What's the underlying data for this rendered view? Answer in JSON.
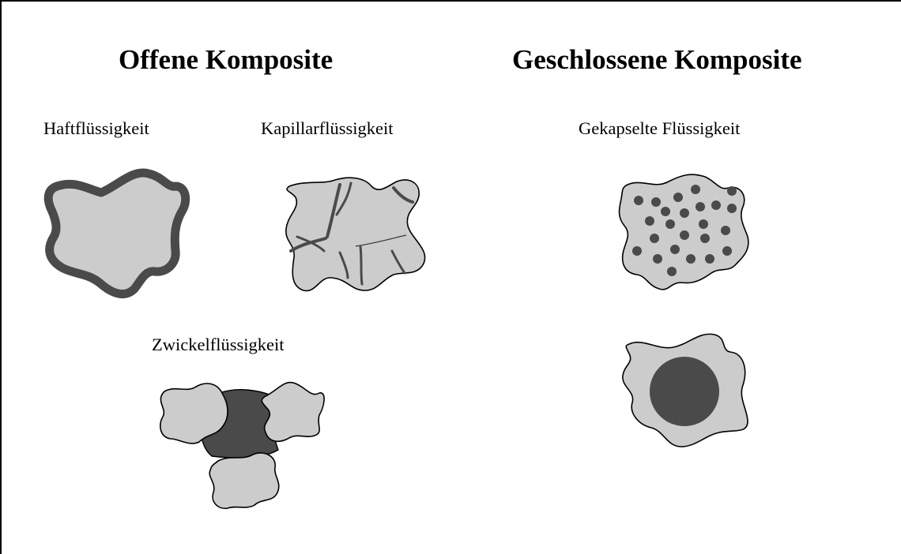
{
  "headings": {
    "open": "Offene Komposite",
    "closed": "Geschlossene Komposite"
  },
  "labels": {
    "adhesive": "Haftflüssigkeit",
    "capillary": "Kapillarflüssigkeit",
    "wedge": "Zwickelflüssigkeit",
    "encapsulated": "Gekapselte Flüssigkeit"
  },
  "colors": {
    "particle": "#cccccc",
    "liquid": "#4a4a4a",
    "outline": "#000000"
  }
}
